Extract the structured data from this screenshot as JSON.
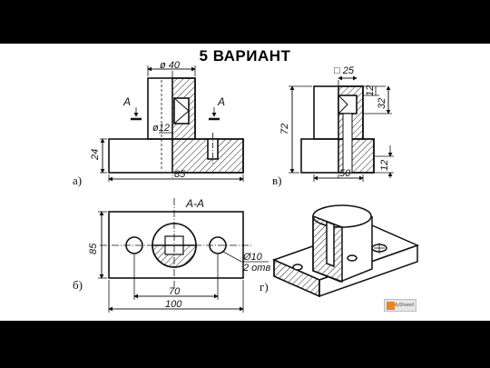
{
  "title": "5 ВАРИАНТ",
  "views": {
    "a": {
      "label": "а)",
      "dims": [
        "ø 40",
        "A",
        "A",
        "ø12",
        "24",
        "85"
      ]
    },
    "b": {
      "label": "б)",
      "section": "A-A",
      "dims": [
        "85",
        "70",
        "100",
        "Ø10",
        "2 отв"
      ]
    },
    "v": {
      "label": "в)",
      "dims": [
        "□ 25",
        "12",
        "32",
        "72",
        "50",
        "12"
      ]
    },
    "g": {
      "label": "г)"
    }
  },
  "watermark": "MyShared"
}
